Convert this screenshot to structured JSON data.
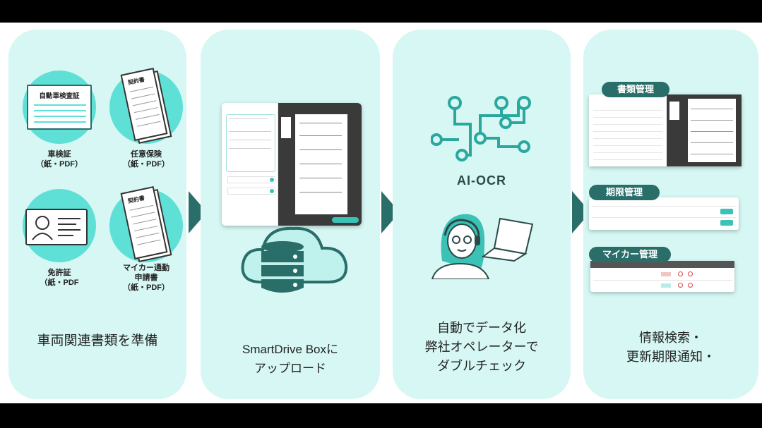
{
  "panel1": {
    "docs": [
      {
        "title": "自動車検査証",
        "label_line1": "車検証",
        "label_line2": "（紙・PDF）"
      },
      {
        "title": "契約書",
        "label_line1": "任意保険",
        "label_line2": "（紙・PDF）"
      },
      {
        "title": "",
        "label_line1": "免許証",
        "label_line2": "（紙・PDF"
      },
      {
        "title": "契約書",
        "label_line1": "マイカー通勤",
        "label_line2": "申請書",
        "label_line3": "（紙・PDF）"
      }
    ],
    "caption": "車両関連書類を準備"
  },
  "panel2": {
    "caption_line1": "SmartDrive Boxに",
    "caption_line2": "アップロード"
  },
  "panel3": {
    "logo_text": "AI-OCR",
    "caption_line1": "自動でデータ化",
    "caption_line2": "弊社オペレーターで",
    "caption_line3": "ダブルチェック"
  },
  "panel4": {
    "badge1": "書類管理",
    "badge2": "期限管理",
    "badge3": "マイカー管理",
    "caption_line1": "情報検索・",
    "caption_line2": "更新期限通知・"
  },
  "colors": {
    "panel_bg": "#d6f7f3",
    "accent": "#5ee0d6",
    "dark_teal": "#2a6e6a",
    "arrow": "#2a6e6a"
  }
}
